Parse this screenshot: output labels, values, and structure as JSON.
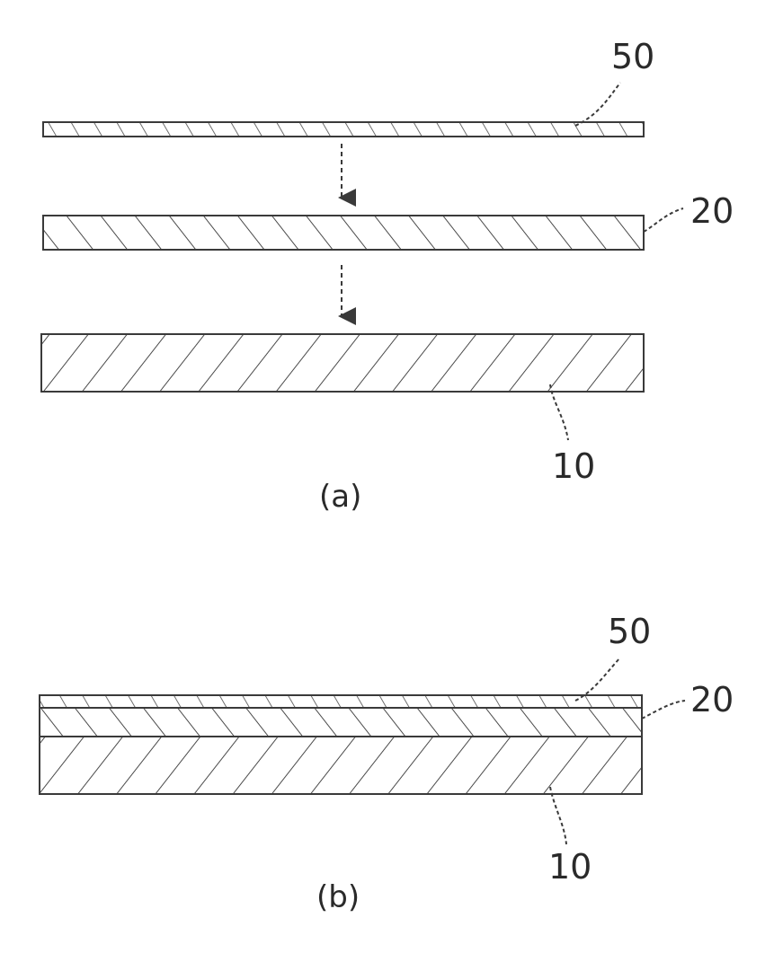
{
  "panel_a": {
    "caption": "(a)",
    "layers": [
      {
        "label": "50"
      },
      {
        "label": "20"
      },
      {
        "label": "10"
      }
    ]
  },
  "panel_b": {
    "caption": "(b)",
    "layers": [
      {
        "label": "50"
      },
      {
        "label": "20"
      },
      {
        "label": "10"
      }
    ]
  },
  "colors": {
    "stroke": "#3a3a3a",
    "hatch": "#4a4a4a",
    "background": "#ffffff"
  }
}
